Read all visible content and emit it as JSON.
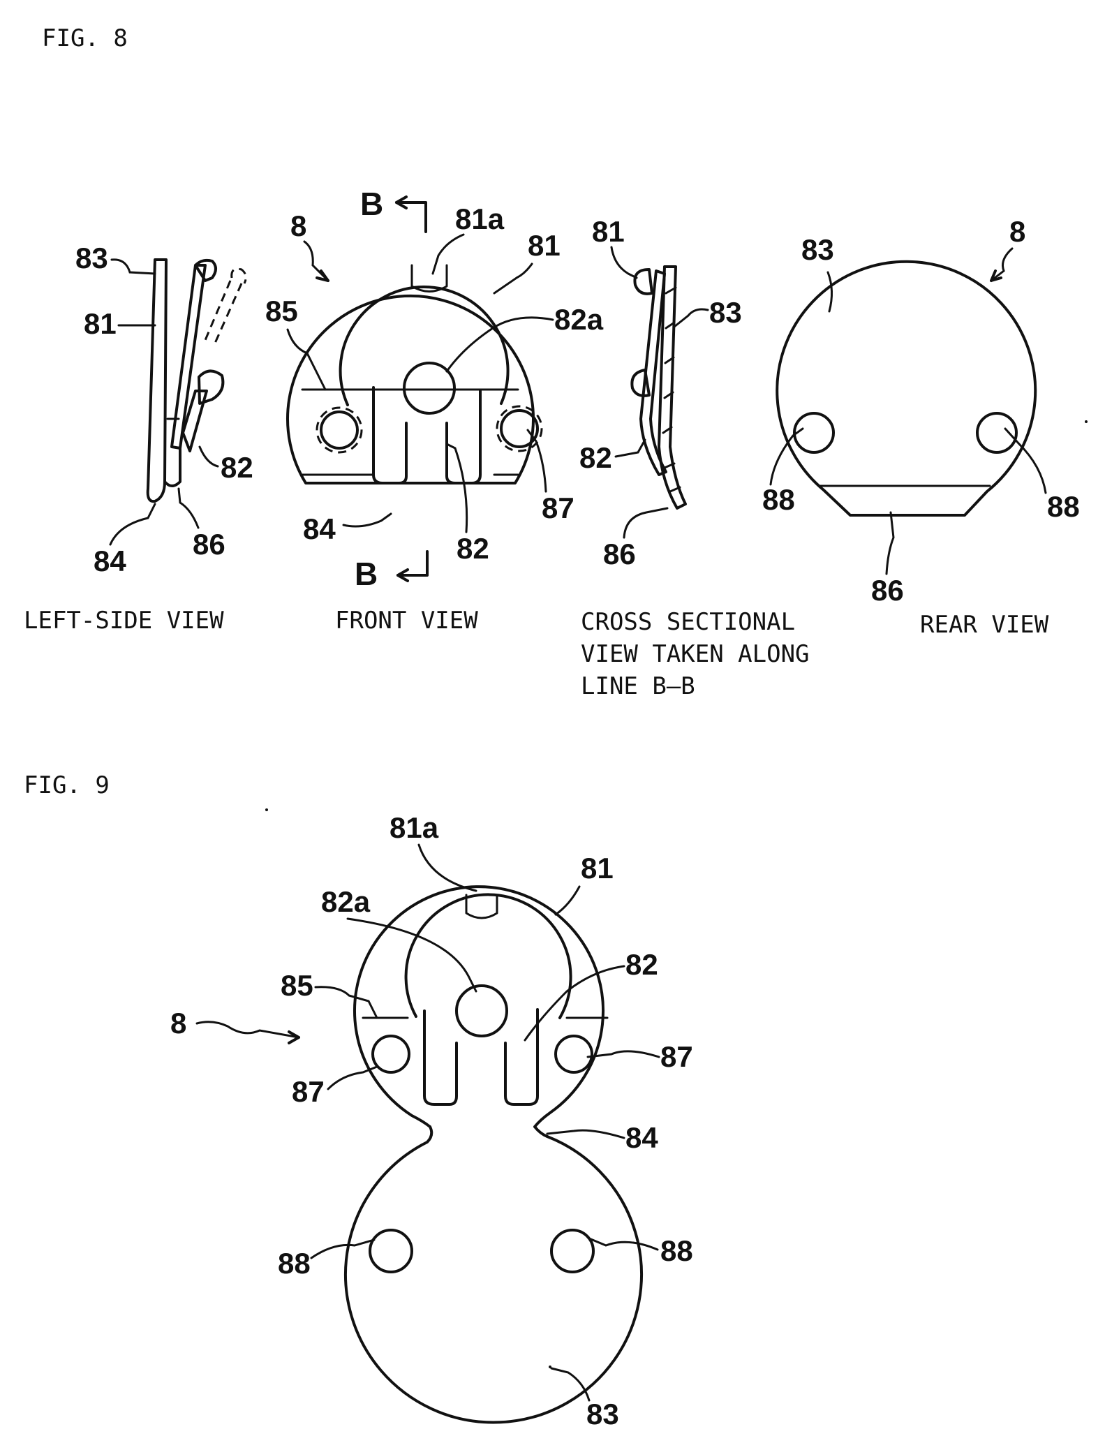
{
  "figures": [
    {
      "title": "FIG. 8",
      "views": {
        "left_side": {
          "caption": "LEFT-SIDE VIEW",
          "refs": [
            "83",
            "81",
            "82",
            "84",
            "86"
          ]
        },
        "front": {
          "caption": "FRONT VIEW",
          "refs": [
            "8",
            "81a",
            "81",
            "85",
            "82a",
            "87",
            "84",
            "82"
          ],
          "section_marker": "B"
        },
        "cross_section": {
          "caption_lines": [
            "CROSS SECTIONAL",
            "VIEW TAKEN ALONG",
            "LINE B–B"
          ],
          "refs": [
            "81",
            "83",
            "82",
            "86"
          ]
        },
        "rear": {
          "caption": "REAR VIEW",
          "refs": [
            "8",
            "83",
            "88",
            "88",
            "86"
          ]
        }
      }
    },
    {
      "title": "FIG. 9",
      "refs": [
        "81a",
        "81",
        "82a",
        "82",
        "85",
        "8",
        "87",
        "87",
        "84",
        "88",
        "88",
        "83"
      ]
    }
  ]
}
